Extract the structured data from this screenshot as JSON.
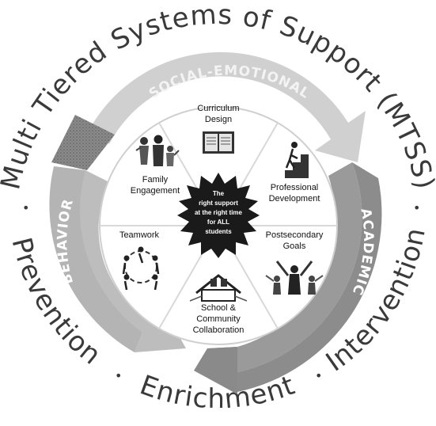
{
  "outer_ring": {
    "title": "Multi Tiered Systems of Support (MTSS)",
    "bottom_words": [
      "Prevention",
      "Enrichment",
      "Intervention"
    ],
    "separator": "•"
  },
  "bands": {
    "social_emotional": "SOCIAL-EMOTIONAL",
    "behavior": "BEHAVIOR",
    "academic": "ACADEMIC"
  },
  "segments": [
    {
      "label": [
        "Curriculum",
        "Design"
      ],
      "icon": "books-icon"
    },
    {
      "label": [
        "Professional",
        "Development"
      ],
      "icon": "stairs-climber-icon"
    },
    {
      "label": [
        "Postsecondary",
        "Goals"
      ],
      "icon": "graduates-icon"
    },
    {
      "label": [
        "School &",
        "Community",
        "Collaboration"
      ],
      "icon": "school-building-icon"
    },
    {
      "label": [
        "Teamwork"
      ],
      "icon": "team-circle-icon"
    },
    {
      "label": [
        "Family",
        "Engagement"
      ],
      "icon": "family-icon"
    }
  ],
  "center": {
    "lines": [
      "The",
      "right support",
      "at the right time",
      "for ALL",
      "students"
    ]
  },
  "colors": {
    "band_gray": "#b8b8b8",
    "band_dark": "#7a7a7a",
    "center_fill": "#1a1a1a",
    "outer_text": "#3a3a3a"
  }
}
